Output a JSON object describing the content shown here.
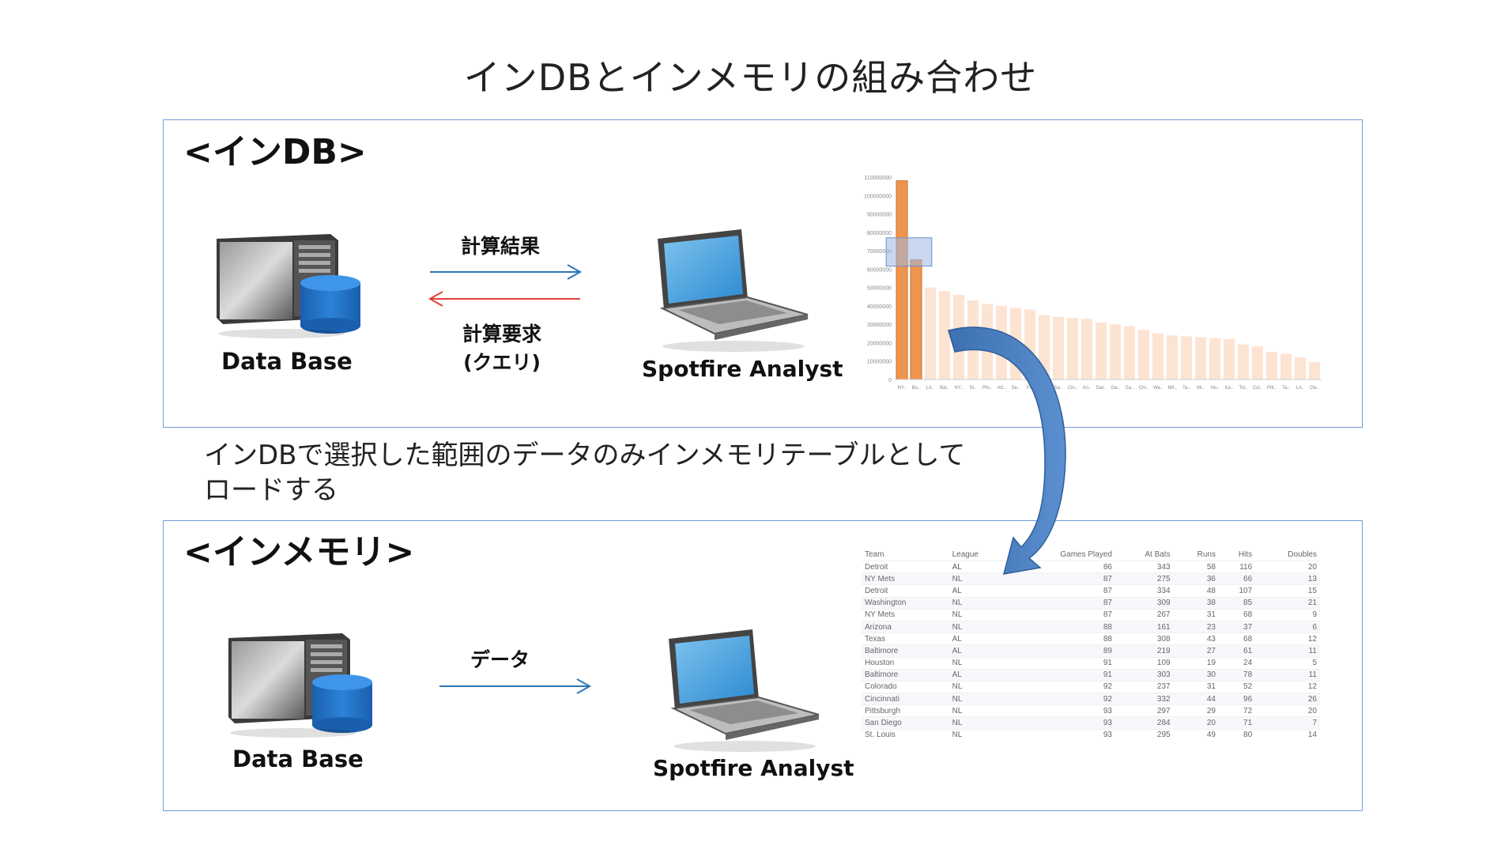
{
  "title": "インDBとインメモリの組み合わせ",
  "indb": {
    "heading": "<インDB>",
    "database_label": "Data Base",
    "client_label": "Spotfire Analyst",
    "result_label": "計算結果",
    "request_label_line1": "計算要求",
    "request_label_line2": "(クエリ)"
  },
  "note": {
    "line1": "インDBで選択した範囲のデータのみインメモリテーブルとして",
    "line2": "ロードする"
  },
  "inmem": {
    "heading": "<インメモリ>",
    "database_label": "Data Base",
    "client_label": "Spotfire Analyst",
    "data_label": "データ"
  },
  "colors": {
    "panel_border": "#6f9fd8",
    "result_arrow": "#2e75b6",
    "request_arrow": "#e0403a",
    "bar_selected": "#f0954e",
    "bar_faded": "#fde3d2",
    "curved_arrow": "#4a7fbf",
    "db_cylinder": "#1f6fc4"
  },
  "chart_data": {
    "type": "bar",
    "yticks": [
      "110000000",
      "100000000",
      "90000000",
      "80000000",
      "70000000",
      "60000000",
      "50000000",
      "40000000",
      "30000000",
      "20000000",
      "10000000",
      "0"
    ],
    "categories": [
      "NY..",
      "Bo..",
      "LA..",
      "Bal..",
      "NY..",
      "St..",
      "Phi..",
      "Att..",
      "Se..",
      "Fl..",
      "Chi..",
      "Sa..",
      "Cin..",
      "Ari..",
      "Dat..",
      "Ga..",
      "Sa..",
      "Chi..",
      "Wa..",
      "Mil..",
      "Ta..",
      "Mi..",
      "Ho..",
      "Ka..",
      "Tor..",
      "Col..",
      "Pitt..",
      "Ta..",
      "LA..",
      "Cle.."
    ],
    "values": [
      108000000,
      65000000,
      50000000,
      48000000,
      46000000,
      43000000,
      41000000,
      40000000,
      39000000,
      38000000,
      35000000,
      34000000,
      33500000,
      33000000,
      31000000,
      30000000,
      29000000,
      27000000,
      25000000,
      24000000,
      23500000,
      23000000,
      22500000,
      22000000,
      19000000,
      18000000,
      15000000,
      14000000,
      12000000,
      9500000
    ],
    "selected": [
      0,
      1
    ],
    "ylim": [
      0,
      110000000
    ]
  },
  "table": {
    "headers": [
      "Team",
      "League",
      "Games Played",
      "At Bats",
      "Runs",
      "Hits",
      "Doubles"
    ],
    "rows": [
      [
        "Detroit",
        "AL",
        "86",
        "343",
        "58",
        "116",
        "20"
      ],
      [
        "NY Mets",
        "NL",
        "87",
        "275",
        "36",
        "66",
        "13"
      ],
      [
        "Detroit",
        "AL",
        "87",
        "334",
        "48",
        "107",
        "15"
      ],
      [
        "Washington",
        "NL",
        "87",
        "309",
        "38",
        "85",
        "21"
      ],
      [
        "NY Mets",
        "NL",
        "87",
        "267",
        "31",
        "68",
        "9"
      ],
      [
        "Arizona",
        "NL",
        "88",
        "161",
        "23",
        "37",
        "6"
      ],
      [
        "Texas",
        "AL",
        "88",
        "308",
        "43",
        "68",
        "12"
      ],
      [
        "Baltimore",
        "AL",
        "89",
        "219",
        "27",
        "61",
        "11"
      ],
      [
        "Houston",
        "NL",
        "91",
        "109",
        "19",
        "24",
        "5"
      ],
      [
        "Baltimore",
        "AL",
        "91",
        "303",
        "30",
        "78",
        "11"
      ],
      [
        "Colorado",
        "NL",
        "92",
        "237",
        "31",
        "52",
        "12"
      ],
      [
        "Cincinnati",
        "NL",
        "92",
        "332",
        "44",
        "96",
        "26"
      ],
      [
        "Pittsburgh",
        "NL",
        "93",
        "297",
        "29",
        "72",
        "20"
      ],
      [
        "San Diego",
        "NL",
        "93",
        "284",
        "20",
        "71",
        "7"
      ],
      [
        "St. Louis",
        "NL",
        "93",
        "295",
        "49",
        "80",
        "14"
      ]
    ]
  }
}
